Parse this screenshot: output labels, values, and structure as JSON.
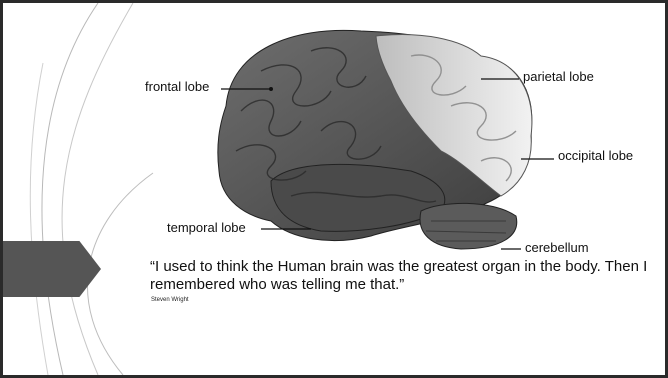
{
  "brain": {
    "labels": {
      "frontal": "frontal lobe",
      "parietal": "parietal lobe",
      "occipital": "occipital lobe",
      "temporal": "temporal lobe",
      "cerebellum": "cerebellum"
    }
  },
  "quote": {
    "text": "“I used to think the Human brain was the greatest organ in the body. Then I remembered who was telling me that.”",
    "author": "Steven Wright"
  },
  "colors": {
    "border": "#2a2a2a",
    "arrow": "#555555"
  }
}
